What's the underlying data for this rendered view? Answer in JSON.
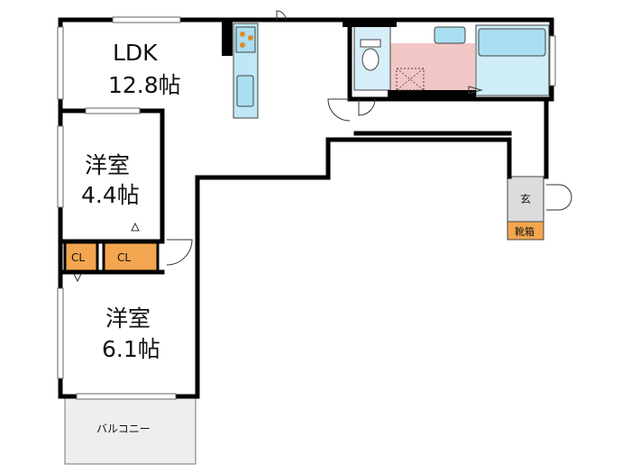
{
  "rooms": {
    "ldk": {
      "name": "LDK",
      "size": "12.8帖"
    },
    "western_1": {
      "name": "洋室",
      "size": "4.4帖"
    },
    "western_2": {
      "name": "洋室",
      "size": "6.1帖"
    },
    "closet_1": {
      "label": "CL"
    },
    "closet_2": {
      "label": "CL"
    },
    "balcony": {
      "label": "バルコニー"
    },
    "entrance": {
      "label": "玄"
    },
    "shoe_box": {
      "label": "靴箱"
    }
  },
  "colors": {
    "wall": "#000000",
    "closet": "#f3a64f",
    "washroom": "#f3c6c6",
    "fixture": "#a9dff0",
    "balcony": "#eeeeee",
    "entrance": "#dcdcdc"
  }
}
